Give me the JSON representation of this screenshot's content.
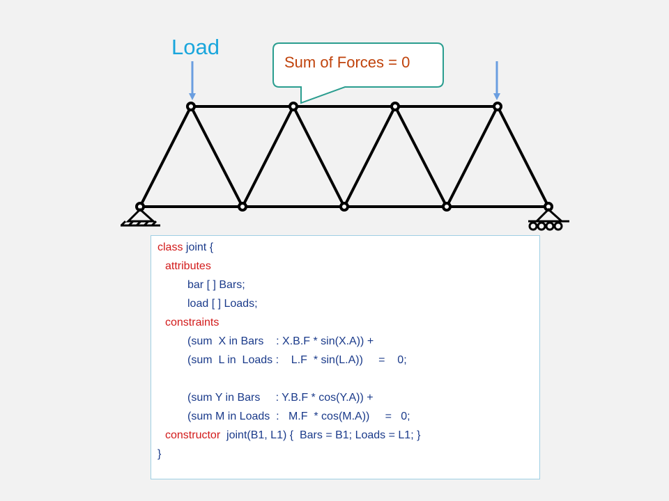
{
  "labels": {
    "load": "Load",
    "callout": "Sum of Forces = 0"
  },
  "colors": {
    "background": "#f2f2f2",
    "load_text": "#1aa6dc",
    "load_arrow": "#6a9ee0",
    "callout_border": "#2a9d8f",
    "callout_text": "#c0430c",
    "truss": "#000000",
    "code_keyword": "#d21a1a",
    "code_text": "#1a3a8a"
  },
  "code": {
    "line1_kw": "class",
    "line1_rest": " joint {",
    "line2_kw": "attributes",
    "line3": "bar [ ] Bars;",
    "line4": "load [ ] Loads;",
    "line5_kw": "constraints",
    "line6": "(sum  X in Bars    : X.B.F * sin(X.A)) +",
    "line7": "(sum  L in  Loads :    L.F  * sin(L.A))     =    0;",
    "line8": "(sum Y in Bars     : Y.B.F * cos(Y.A)) +",
    "line9": "(sum M in Loads  :   M.F  * cos(M.A))     =   0;",
    "line10_kw": "constructor",
    "line10_rest": "  joint(B1, L1) {  Bars = B1; Loads = L1; }",
    "line11": "}"
  }
}
